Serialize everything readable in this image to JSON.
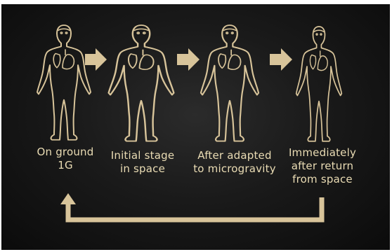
{
  "stages": [
    {
      "id": "ground",
      "label": "On ground\n1G"
    },
    {
      "id": "initial",
      "label": "Initial stage\nin space"
    },
    {
      "id": "adapted",
      "label": "After adapted\nto microgravity"
    },
    {
      "id": "return",
      "label": "Immediately\nafter return\nfrom space"
    }
  ],
  "colors": {
    "figure": "#d8c49a",
    "text": "#eadcb4",
    "background": "#151515"
  },
  "icons": {
    "figure": "human-body-outline",
    "arrow": "right-block-arrow",
    "loop": "return-loop-arrow"
  }
}
